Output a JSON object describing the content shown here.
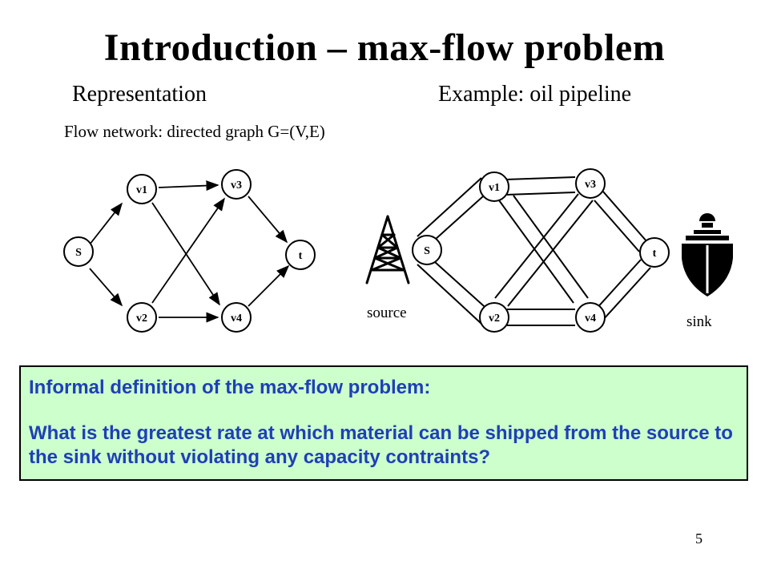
{
  "slide": {
    "title": "Introduction – max-flow problem",
    "left_heading": "Representation",
    "right_heading": "Example: oil pipeline",
    "caption": "Flow network: directed graph G=(V,E)",
    "page_number": "5"
  },
  "graph": {
    "nodes": {
      "s": "S",
      "v1": "v1",
      "v2": "v2",
      "v3": "v3",
      "v4": "v4",
      "t": "t"
    }
  },
  "pipeline": {
    "nodes": {
      "s": "S",
      "v1": "v1",
      "v2": "v2",
      "v3": "v3",
      "v4": "v4",
      "t": "t"
    },
    "source_label": "source",
    "sink_label": "sink"
  },
  "definition": {
    "title": "Informal definition of the max-flow problem:",
    "body": "What is the greatest rate at which material can be shipped from the source to the sink without violating any capacity contraints?"
  },
  "icons": {
    "source": "oil-derrick-icon",
    "sink": "tanker-ship-icon"
  }
}
